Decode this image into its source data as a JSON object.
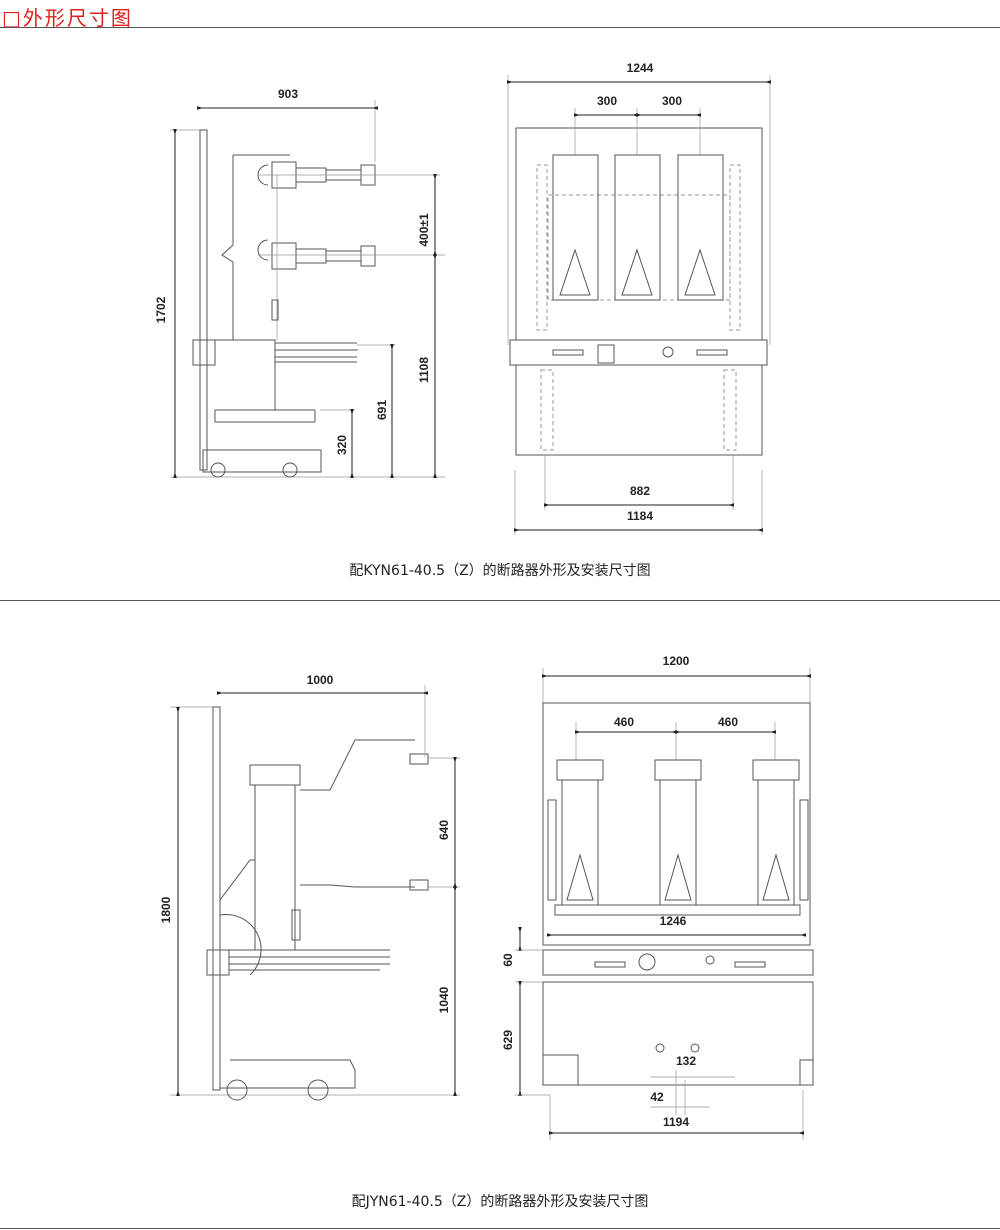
{
  "header": {
    "title": "□外形尺寸图"
  },
  "figure1": {
    "caption": "配KYN61-40.5（Z）的断路器外形及安装尺寸图",
    "side_dims": {
      "width": "903",
      "height": "1702",
      "pole_spacing": "400±1",
      "lower_terminal": "1108",
      "bar_height": "691",
      "frame_height": "320"
    },
    "front_dims": {
      "top_width": "1244",
      "phase_left": "300",
      "phase_right": "300",
      "wheel_span": "882",
      "base_width": "1184"
    }
  },
  "figure2": {
    "caption": "配JYN61-40.5（Z）的断路器外形及安装尺寸图",
    "side_dims": {
      "width": "1000",
      "height": "1800",
      "pole_spacing": "640",
      "lower_terminal": "1040"
    },
    "front_dims": {
      "top_width": "1200",
      "phase_left": "460",
      "phase_right": "460",
      "bar_width": "1246",
      "bar_height": "60",
      "lower_height": "629",
      "hole_spacing": "132",
      "hole_offset": "42",
      "base_width": "1194"
    }
  }
}
